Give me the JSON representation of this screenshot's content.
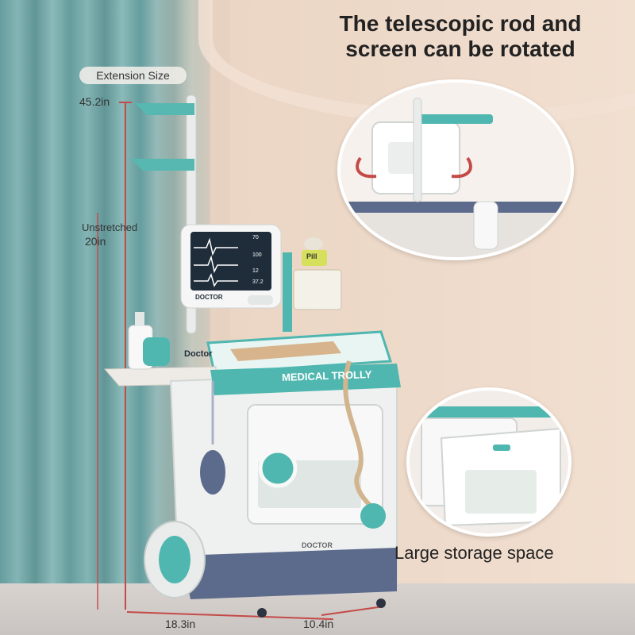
{
  "headline": {
    "line1": "The telescopic rod and",
    "line2": "screen can be rotated"
  },
  "dimensions": {
    "extension_label": "Extension Size",
    "extension_value": "45.2in",
    "unstretched_label": "Unstretched",
    "unstretched_value": "20in",
    "width_value": "18.3in",
    "depth_value": "10.4in"
  },
  "product_text": {
    "trolley_label": "MEDICAL TROLLY",
    "monitor_brand": "DOCTOR",
    "cabinet_brand": "DOCTOR",
    "sign_brand": "Doctor",
    "pill_box": "Pill",
    "vitals": [
      "70",
      "100",
      "12"
    ],
    "temperature": "37.2"
  },
  "captions": {
    "storage": "Large storage space"
  },
  "colors": {
    "teal": "#4fb7b0",
    "accent_red": "#c44a48",
    "body_white": "#f2f3f2",
    "navy_base": "#5c6a8c"
  }
}
